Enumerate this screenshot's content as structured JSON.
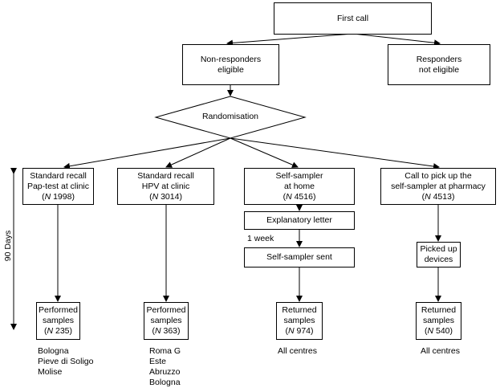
{
  "nodes": {
    "first_call": [
      "First call"
    ],
    "non_responders": [
      "Non-responders",
      "eligible"
    ],
    "responders": [
      "Responders",
      "not eligible"
    ],
    "randomisation": "Randomisation",
    "arm_pap": {
      "lines": [
        "Standard recall",
        "Pap-test at clinic"
      ],
      "n_italic": "N",
      "n_value": " 1998"
    },
    "arm_hpv": {
      "lines": [
        "Standard recall",
        "HPV at clinic"
      ],
      "n_italic": "N",
      "n_value": " 3014"
    },
    "arm_self_home": {
      "lines": [
        "Self-sampler",
        "at home"
      ],
      "n_italic": "N",
      "n_value": " 4516"
    },
    "arm_pharmacy": {
      "lines": [
        "Call to pick up the",
        "self-sampler at pharmacy"
      ],
      "n_italic": "N",
      "n_value": " 4513"
    },
    "explanatory_letter": [
      "Explanatory letter"
    ],
    "self_sampler_sent": [
      "Self-sampler sent"
    ],
    "picked_up": [
      "Picked up",
      "devices"
    ],
    "out_pap": {
      "lines": [
        "Performed",
        "samples"
      ],
      "n_italic": "N",
      "n_value": " 235"
    },
    "out_hpv": {
      "lines": [
        "Performed",
        "samples"
      ],
      "n_italic": "N",
      "n_value": " 363"
    },
    "out_home": {
      "lines": [
        "Returned",
        "samples"
      ],
      "n_italic": "N",
      "n_value": " 974"
    },
    "out_pharmacy": {
      "lines": [
        "Returned",
        "samples"
      ],
      "n_italic": "N",
      "n_value": " 540"
    }
  },
  "labels": {
    "one_week": "1 week",
    "ninety_days": "90 Days",
    "centres_pap": [
      "Bologna",
      "Pieve di Soligo",
      "Molise"
    ],
    "centres_hpv": [
      "Roma G",
      "Este",
      "Abruzzo",
      "Bologna"
    ],
    "centres_home": "All centres",
    "centres_pharmacy": "All centres"
  }
}
